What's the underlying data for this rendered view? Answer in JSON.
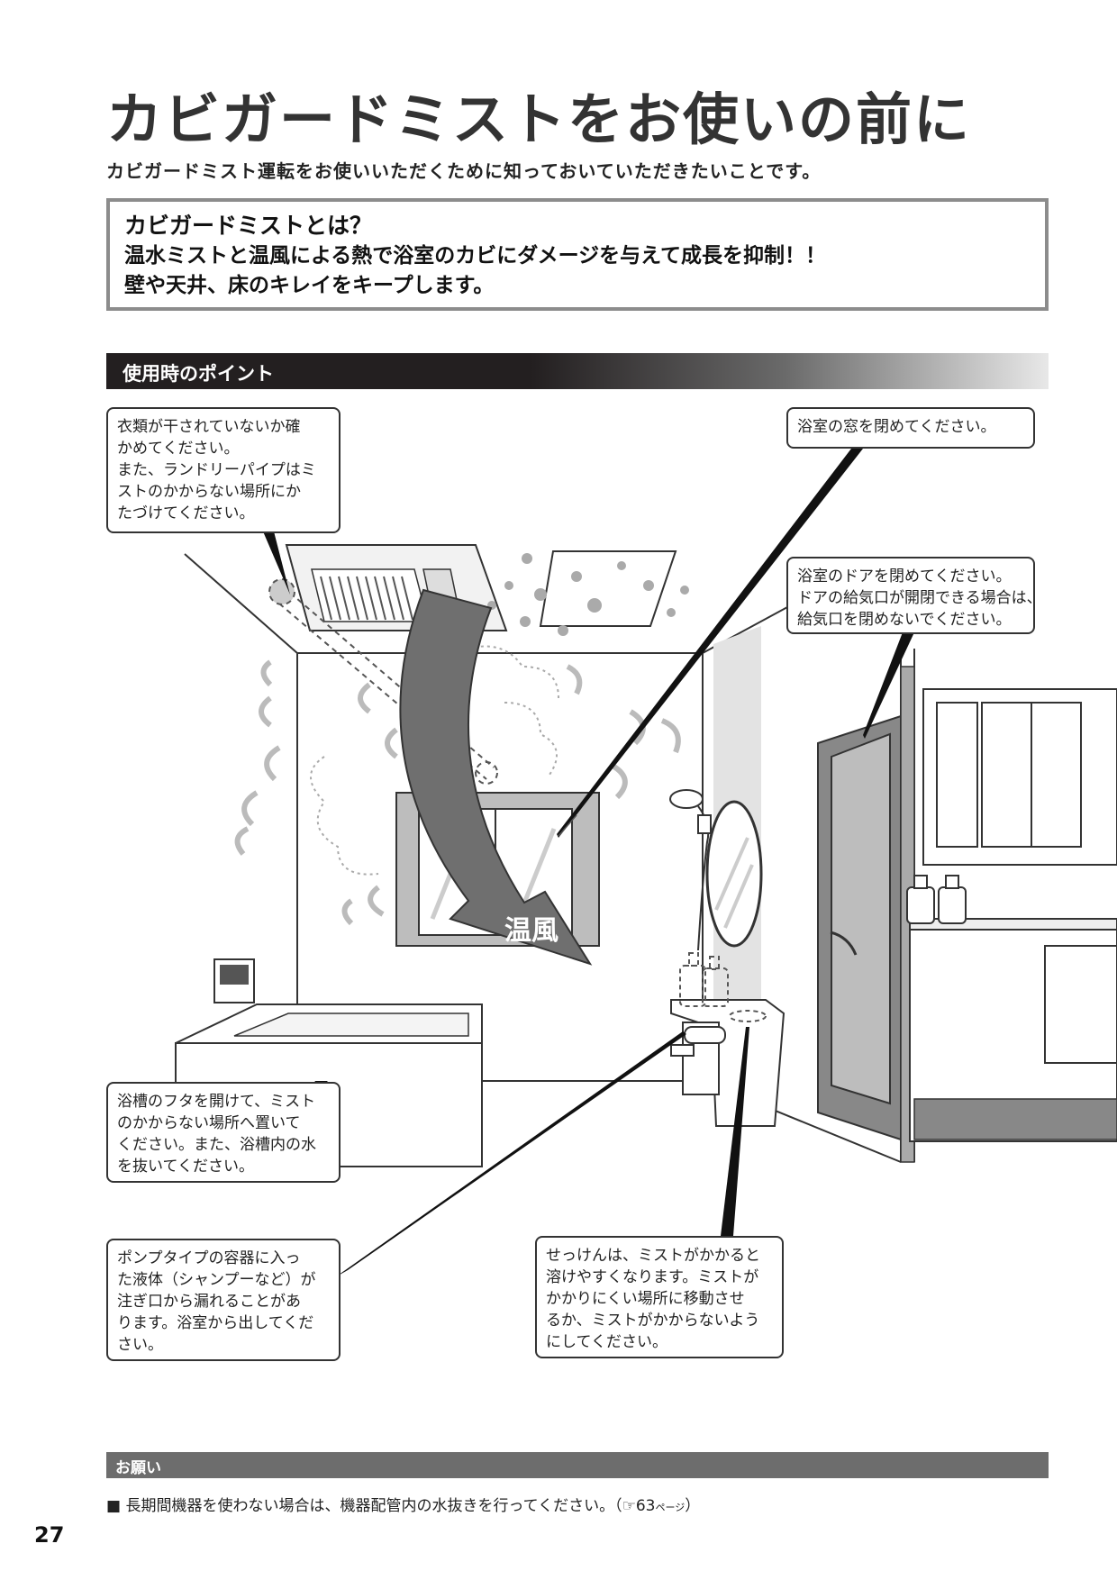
{
  "page": {
    "title": "カビガードミストをお使いの前に",
    "subtitle": "カビガードミスト運転をお使いいただくために知っておいていただきたいことです。",
    "page_number": "27"
  },
  "definition": {
    "heading": "カビガードミストとは？",
    "line1": "温水ミストと温風による熱で浴室のカビにダメージを与えて成長を抑制！！",
    "line2": "壁や天井、床のキレイをキープします。"
  },
  "points_header": "使用時のポイント",
  "callouts": {
    "clothes": [
      "衣類が干されていないか確",
      "かめてください。",
      "また、ランドリーパイプはミ",
      "ストのかからない場所にか",
      "たづけてください。"
    ],
    "window": [
      "浴室の窓を閉めてください。"
    ],
    "door": [
      "浴室のドアを閉めてください。",
      "ドアの給気口が開閉できる場合は、",
      "給気口を閉めないでください。"
    ],
    "bathtub": [
      "浴槽のフタを開けて、ミスト",
      "のかからない場所へ置いて",
      "ください。また、浴槽内の水",
      "を抜いてください。"
    ],
    "pump": [
      "ポンプタイプの容器に入っ",
      "た液体（シャンプーなど）が",
      "注ぎ口から漏れることがあ",
      "ります。浴室から出してくだ",
      "さい。"
    ],
    "soap": [
      "せっけんは、ミストがかかると",
      "溶けやすくなります。ミストが",
      "かかりにくい場所に移動させ",
      "るか、ミストがかからないよう",
      "にしてください。"
    ]
  },
  "illustration": {
    "warm_air_label": "温風"
  },
  "note": {
    "header": "お願い",
    "text": "■ 長期間機器を使わない場合は、機器配管内の水抜きを行ってください。（",
    "ref_icon": "pointing-hand-icon",
    "ref_page": "63",
    "ref_suffix": "ページ",
    "close": "）"
  }
}
